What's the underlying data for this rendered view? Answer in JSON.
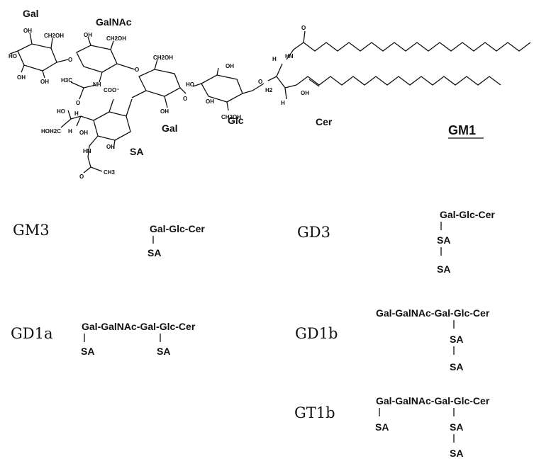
{
  "structure": {
    "sugar_labels": {
      "gal_top": "Gal",
      "galnac": "GalNAc",
      "gal_mid": "Gal",
      "glc": "Glc",
      "cer": "Cer",
      "sa": "SA",
      "molecule": "GM1"
    },
    "atom_labels": {
      "oh": "OH",
      "ho": "HO",
      "ch2oh": "CH2OH",
      "o": "O",
      "h": "H",
      "hn": "HN",
      "nh": "NH",
      "h3c": "H3C",
      "ch3": "CH3",
      "coo": "COO⁻",
      "hoh2c": "HOH2C",
      "h2": "H2"
    }
  },
  "gangliosides": {
    "gm3": {
      "name": "GM3",
      "chain": "Gal-Glc-Cer",
      "sa1": "SA"
    },
    "gd3": {
      "name": "GD3",
      "chain": "Gal-Glc-Cer",
      "sa1": "SA",
      "sa2": "SA"
    },
    "gd1a": {
      "name": "GD1a",
      "chain": "Gal-GalNAc-Gal-Glc-Cer",
      "sa1": "SA",
      "sa2": "SA"
    },
    "gd1b": {
      "name": "GD1b",
      "chain": "Gal-GalNAc-Gal-Glc-Cer",
      "sa1": "SA",
      "sa2": "SA"
    },
    "gt1b": {
      "name": "GT1b",
      "chain": "Gal-GalNAc-Gal-Glc-Cer",
      "sa1": "SA",
      "sa2": "SA",
      "sa3": "SA"
    }
  }
}
